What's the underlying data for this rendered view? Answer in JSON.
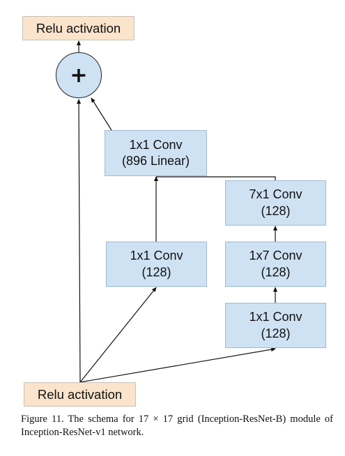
{
  "nodes": {
    "relu_top": {
      "label": "Relu activation"
    },
    "plus": {
      "symbol": "+"
    },
    "conv_linear": {
      "line1": "1x1 Conv",
      "line2": "(896 Linear)"
    },
    "conv_7x1": {
      "line1": "7x1 Conv",
      "line2": "(128)"
    },
    "conv_1x1_mid": {
      "line1": "1x1 Conv",
      "line2": "(128)"
    },
    "conv_1x7": {
      "line1": "1x7 Conv",
      "line2": "(128)"
    },
    "conv_1x1_right": {
      "line1": "1x1 Conv",
      "line2": "(128)"
    },
    "relu_bottom": {
      "label": "Relu activation"
    }
  },
  "caption": "Figure 11. The schema for 17 × 17 grid (Inception-ResNet-B) module of Inception-ResNet-v1 network.",
  "colors": {
    "relu_fill": "#fbe3cc",
    "conv_fill": "#cfe2f3",
    "edge": "#111111"
  }
}
